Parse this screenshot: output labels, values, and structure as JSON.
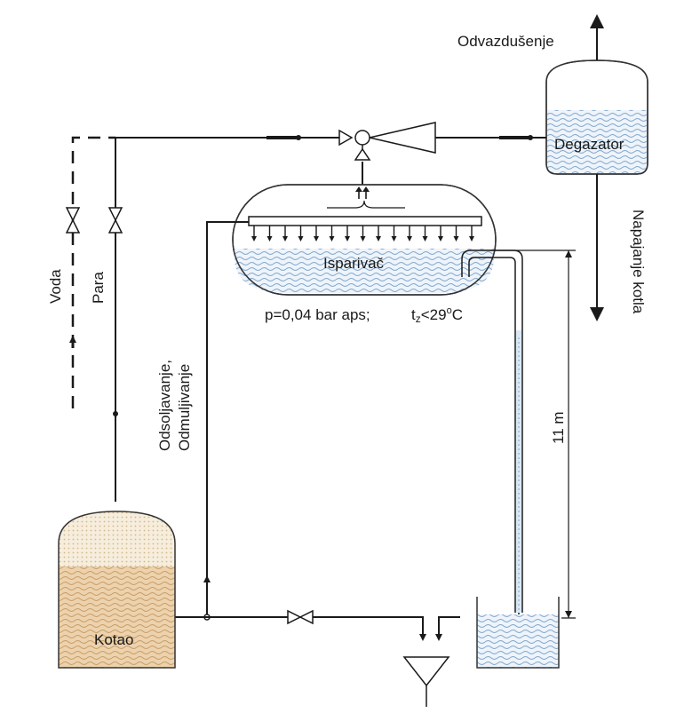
{
  "labels": {
    "vent": "Odvazdušenje",
    "degasser": "Degazator",
    "feed": "Napajanje kotla",
    "water": "Voda",
    "steam": "Para",
    "evaporator": "Isparivač",
    "conditions_p": "p=0,04 bar aps;",
    "conditions_t": "t",
    "conditions_t_sub": "z",
    "conditions_t_rest": "<29",
    "conditions_t_deg": "o",
    "conditions_t_unit": "C",
    "blowdown_1": "Odsoljavanje,",
    "blowdown_2": "Odmuljivanje",
    "height": "11 m",
    "boiler": "Kotao"
  },
  "colors": {
    "steam_dots": "#d9c39a",
    "boiler_water": "#e8c9a0",
    "boiler_wave": "#c9a472",
    "blue_wave": "#6f9cc9",
    "blue_fill": "#eaf1f8",
    "line": "#1a1a1a"
  }
}
